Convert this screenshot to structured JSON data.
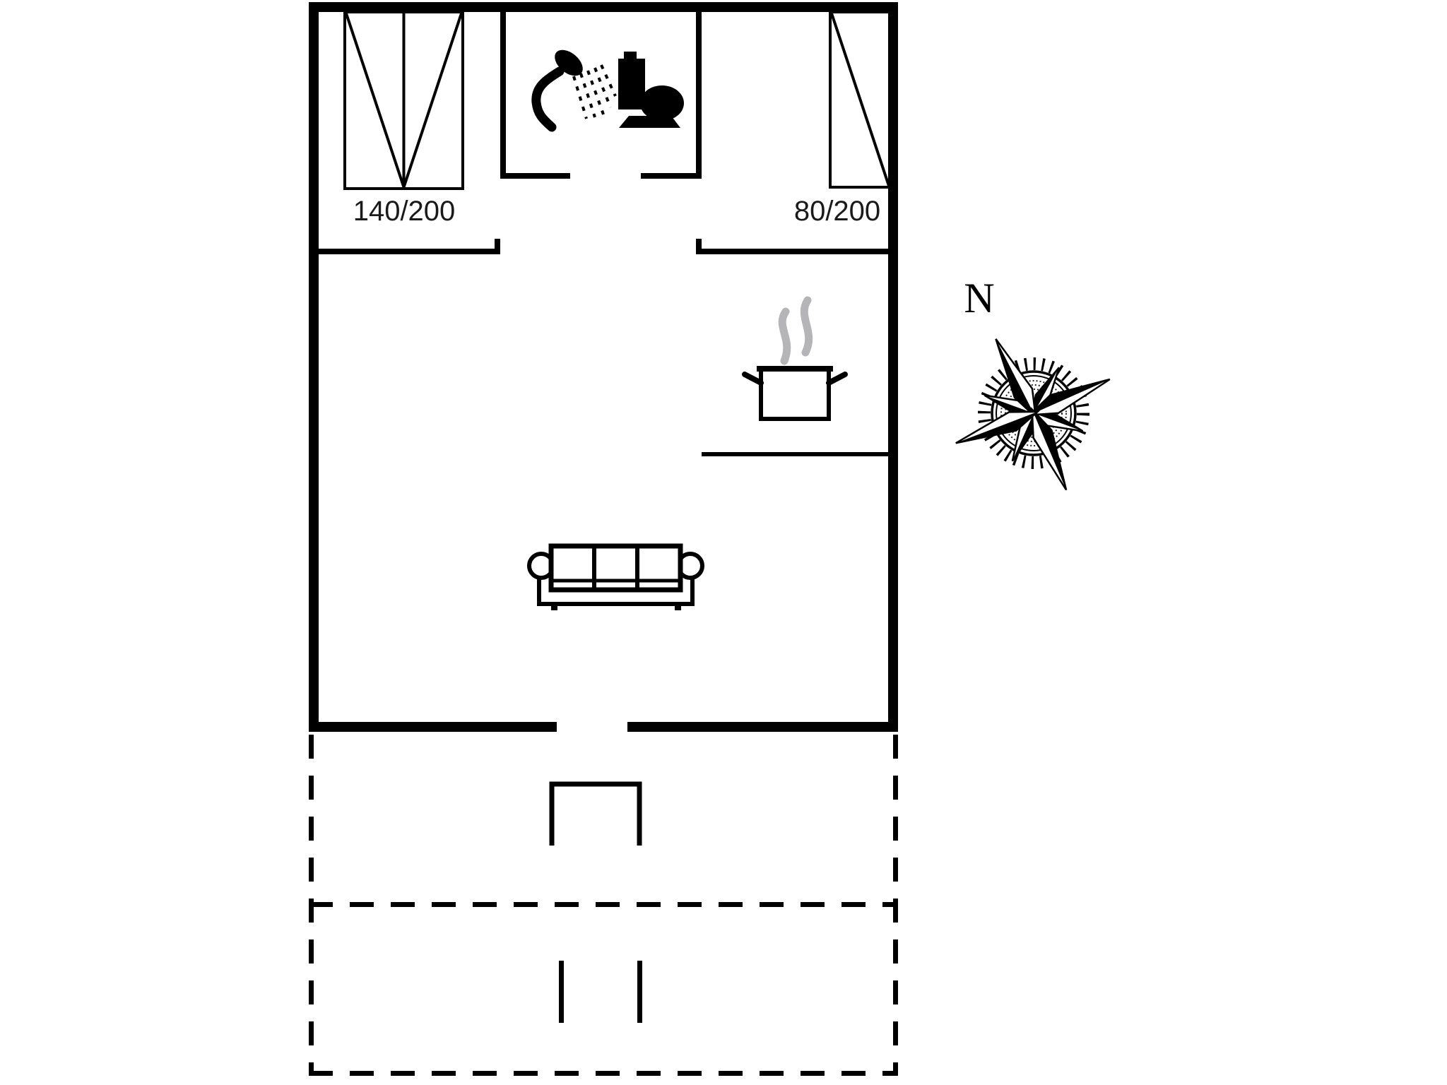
{
  "page": {
    "background_color": "#ffffff",
    "line_color": "#000000",
    "steam_color": "#b5b5b8"
  },
  "floor_plan": {
    "type": "holiday-home-floor-plan",
    "compass": {
      "north_label": "N",
      "icon": "compass-rose-icon"
    },
    "bedroom_left": {
      "bed_label": "140/200",
      "icon": "double-bed-icon"
    },
    "bedroom_right": {
      "bed_label": "80/200",
      "icon": "single-bed-icon"
    },
    "bathroom": {
      "icons": [
        "shower-icon",
        "toilet-icon"
      ],
      "door": "opening-in-bottom-wall"
    },
    "kitchen": {
      "icon": "cooking-pot-icon",
      "steam": "steam-wisps"
    },
    "living_room": {
      "icon": "sofa-icon"
    },
    "terrace": {
      "outline_style": "dashed",
      "features": [
        "entry-step",
        "lower-terrace-divider",
        "plank-marks"
      ]
    }
  }
}
